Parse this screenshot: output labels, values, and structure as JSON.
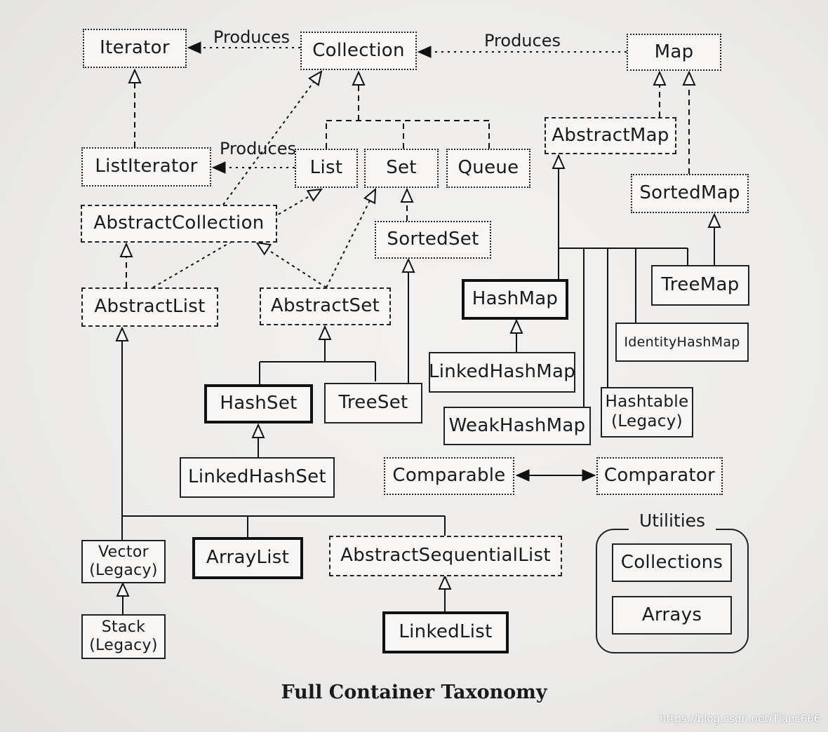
{
  "nodes": {
    "iterator": "Iterator",
    "collection": "Collection",
    "map": "Map",
    "abstract_map": "AbstractMap",
    "list_iterator": "ListIterator",
    "list": "List",
    "set": "Set",
    "queue": "Queue",
    "sorted_map": "SortedMap",
    "abstract_collection": "AbstractCollection",
    "sorted_set": "SortedSet",
    "hash_map": "HashMap",
    "tree_map": "TreeMap",
    "abstract_list": "AbstractList",
    "abstract_set": "AbstractSet",
    "identity_hash_map": "IdentityHashMap",
    "linked_hash_map": "LinkedHashMap",
    "hash_set": "HashSet",
    "tree_set": "TreeSet",
    "hashtable": "Hashtable\n(Legacy)",
    "weak_hash_map": "WeakHashMap",
    "linked_hash_set": "LinkedHashSet",
    "comparable": "Comparable",
    "comparator": "Comparator",
    "vector": "Vector\n(Legacy)",
    "array_list": "ArrayList",
    "abstract_sequential_list": "AbstractSequentialList",
    "stack": "Stack\n(Legacy)",
    "linked_list": "LinkedList",
    "collections": "Collections",
    "arrays": "Arrays"
  },
  "labels": {
    "produces_iterator": "Produces",
    "produces_collection": "Produces",
    "produces_list_iterator": "Produces",
    "utilities": "Utilities"
  },
  "caption": "Full Container Taxonomy",
  "watermark": "https://blog.csdn.net/Tlanc666",
  "colors": {
    "ink": "#1a1a1a",
    "paper": "#f7f6f4"
  }
}
